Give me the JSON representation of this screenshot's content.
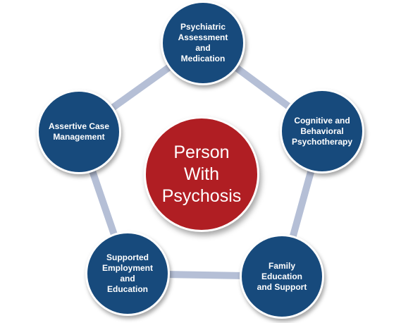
{
  "colors": {
    "node_fill": "#174a7c",
    "center_fill": "#b01e23",
    "ring": "#b5bfd6"
  },
  "center": {
    "label": "Person\nWith\nPsychosis"
  },
  "nodes": [
    {
      "id": "psychiatric",
      "label": "Psychiatric\nAssessment\nand\nMedication"
    },
    {
      "id": "cognitive",
      "label": "Cognitive and\nBehavioral\nPsychotherapy"
    },
    {
      "id": "family",
      "label": "Family\nEducation\nand Support"
    },
    {
      "id": "supported",
      "label": "Supported\nEmployment\nand\nEducation"
    },
    {
      "id": "assertive",
      "label": "Assertive Case\nManagement"
    }
  ]
}
